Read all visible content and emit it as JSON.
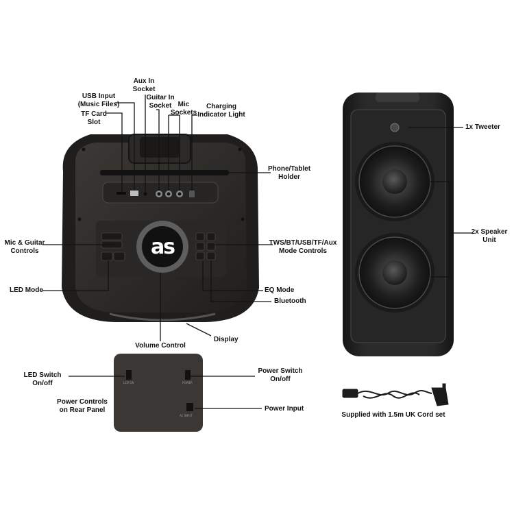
{
  "labels": {
    "usb_input": "USB Input\n(Music Files)",
    "aux_in": "Aux In\nSocket",
    "guitar_in": "Guitar In\nSocket",
    "mic_sockets": "Mic\nSockets",
    "charging_light": "Charging\nIndicator Light",
    "tf_card": "TF Card\nSlot",
    "phone_holder": "Phone/Tablet\nHolder",
    "mic_guitar_controls": "Mic & Guitar\nControls",
    "mode_controls": "TWS/BT/USB/TF/Aux\nMode Controls",
    "led_mode": "LED Mode",
    "eq_mode": "EQ Mode",
    "bluetooth": "Bluetooth",
    "volume_control": "Volume Control",
    "display": "Display",
    "tweeter": "1x Tweeter",
    "speaker_unit": "2x Speaker\nUnit",
    "led_switch": "LED Switch\nOn/off",
    "power_switch": "Power Switch\nOn/off",
    "power_controls_rear": "Power Controls\non Rear Panel",
    "power_input": "Power Input",
    "cord_set": "Supplied with 1.5m UK Cord set"
  },
  "brand_logo": "as",
  "colors": {
    "body": "#2c2a28",
    "panel": "#3a3735",
    "line": "#111111",
    "logo_ring": "#6b6b6b"
  }
}
